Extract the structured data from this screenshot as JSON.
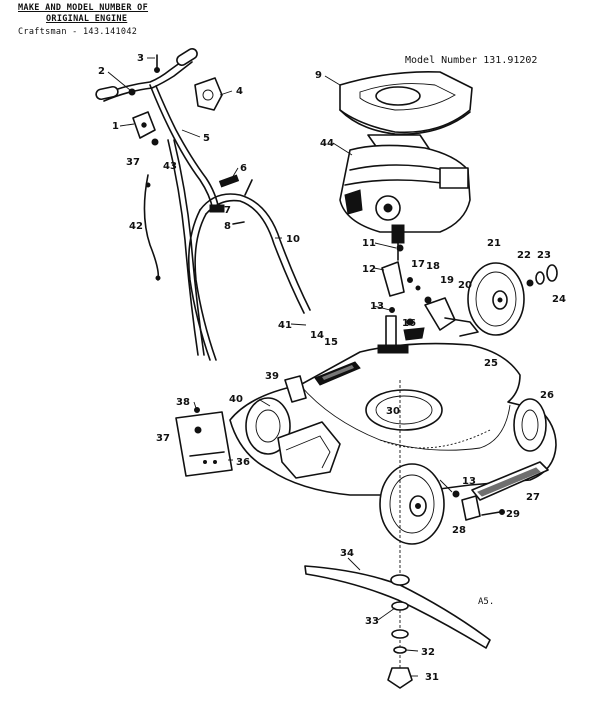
{
  "header": {
    "line1": "MAKE AND MODEL NUMBER OF",
    "line2": "ORIGINAL ENGINE",
    "line3": "Craftsman - 143.141042"
  },
  "model_number": "Model Number 131.91202",
  "sheet_note": "A5.",
  "callouts": {
    "c1": "1",
    "c2": "2",
    "c3": "3",
    "c4": "4",
    "c5": "5",
    "c6": "6",
    "c7": "7",
    "c8": "8",
    "c9": "9",
    "c10": "10",
    "c11": "11",
    "c12": "12",
    "c13a": "13",
    "c13b": "13",
    "c14": "14",
    "c15": "15",
    "c16": "16",
    "c17": "17",
    "c18": "18",
    "c19": "19",
    "c20": "20",
    "c21": "21",
    "c22": "22",
    "c23": "23",
    "c24": "24",
    "c25": "25",
    "c26": "26",
    "c27": "27",
    "c28": "28",
    "c29": "29",
    "c30": "30",
    "c31": "31",
    "c32": "32",
    "c33": "33",
    "c34": "34",
    "c36": "36",
    "c37a": "37",
    "c37b": "37",
    "c38": "38",
    "c39": "39",
    "c40": "40",
    "c41": "41",
    "c42": "42",
    "c43": "43",
    "c44": "44"
  }
}
